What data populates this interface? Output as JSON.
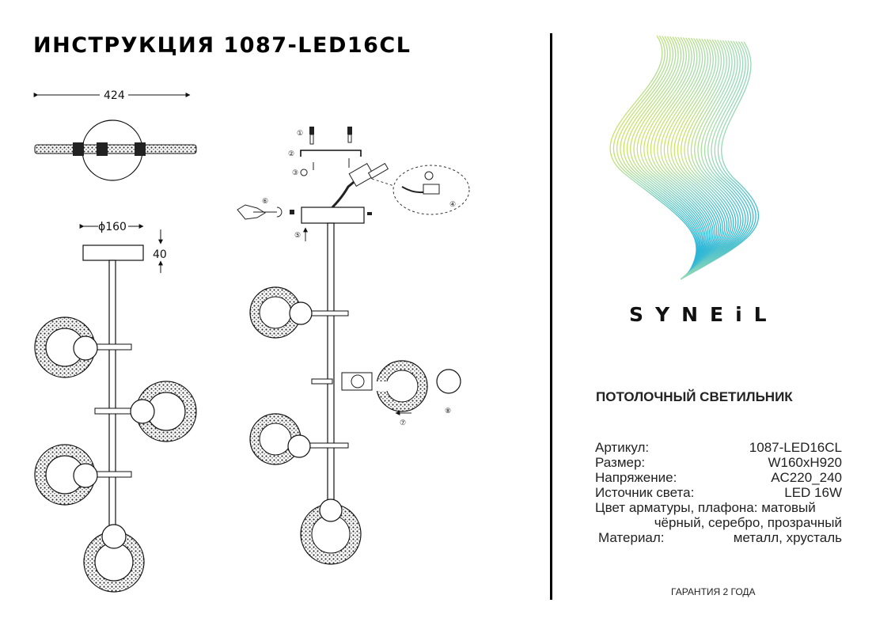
{
  "title": "ИНСТРУКЦИЯ 1087-LED16CL",
  "dimensions": {
    "width": "424",
    "diameter": "ϕ160",
    "height": "40"
  },
  "steps": [
    "①",
    "②",
    "③",
    "④",
    "⑤",
    "⑥",
    "⑦",
    "⑧"
  ],
  "brand": "SYNEiL",
  "product_type": "ПОТОЛОЧНЫЙ СВЕТИЛЬНИК",
  "specs": [
    {
      "label": "Артикул:",
      "value": "1087-LED16CL"
    },
    {
      "label": "Размер:",
      "value": "W160xH920"
    },
    {
      "label": "Напряжение:",
      "value": "AC220_240"
    },
    {
      "label": "Источник света:",
      "value": "LED 16W"
    }
  ],
  "color_line1": "Цвет арматуры, плафона: матовый",
  "color_line2": "чёрный, серебро, прозрачный",
  "material": {
    "label": "Материал:",
    "value": "металл, хрусталь"
  },
  "guarantee": "ГАРАНТИЯ 2 ГОДА",
  "colors": {
    "logo_start": "#f2e600",
    "logo_mid": "#7fd6c8",
    "logo_end": "#27b5dc"
  }
}
